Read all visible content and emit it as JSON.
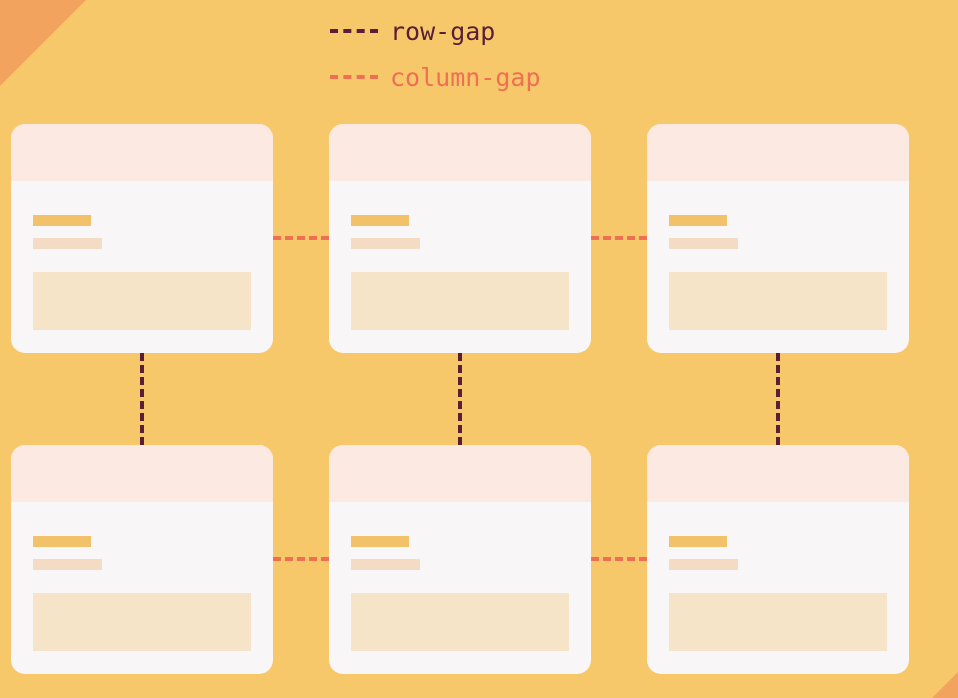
{
  "legend": {
    "row_gap": {
      "label": "row-gap",
      "color": "#5a1f36"
    },
    "column_gap": {
      "label": "column-gap",
      "color": "#ef6e54"
    }
  },
  "colors": {
    "background": "#f7c86a",
    "corner_accent": "#f2a35e",
    "card": "#f9f6f8",
    "card_header": "#fce9e1",
    "placeholder_title": "#f2c26a",
    "placeholder_subtitle": "#f4dcc4",
    "placeholder_body": "#f6e4c8"
  },
  "grid": {
    "rows": 2,
    "columns": 3
  }
}
